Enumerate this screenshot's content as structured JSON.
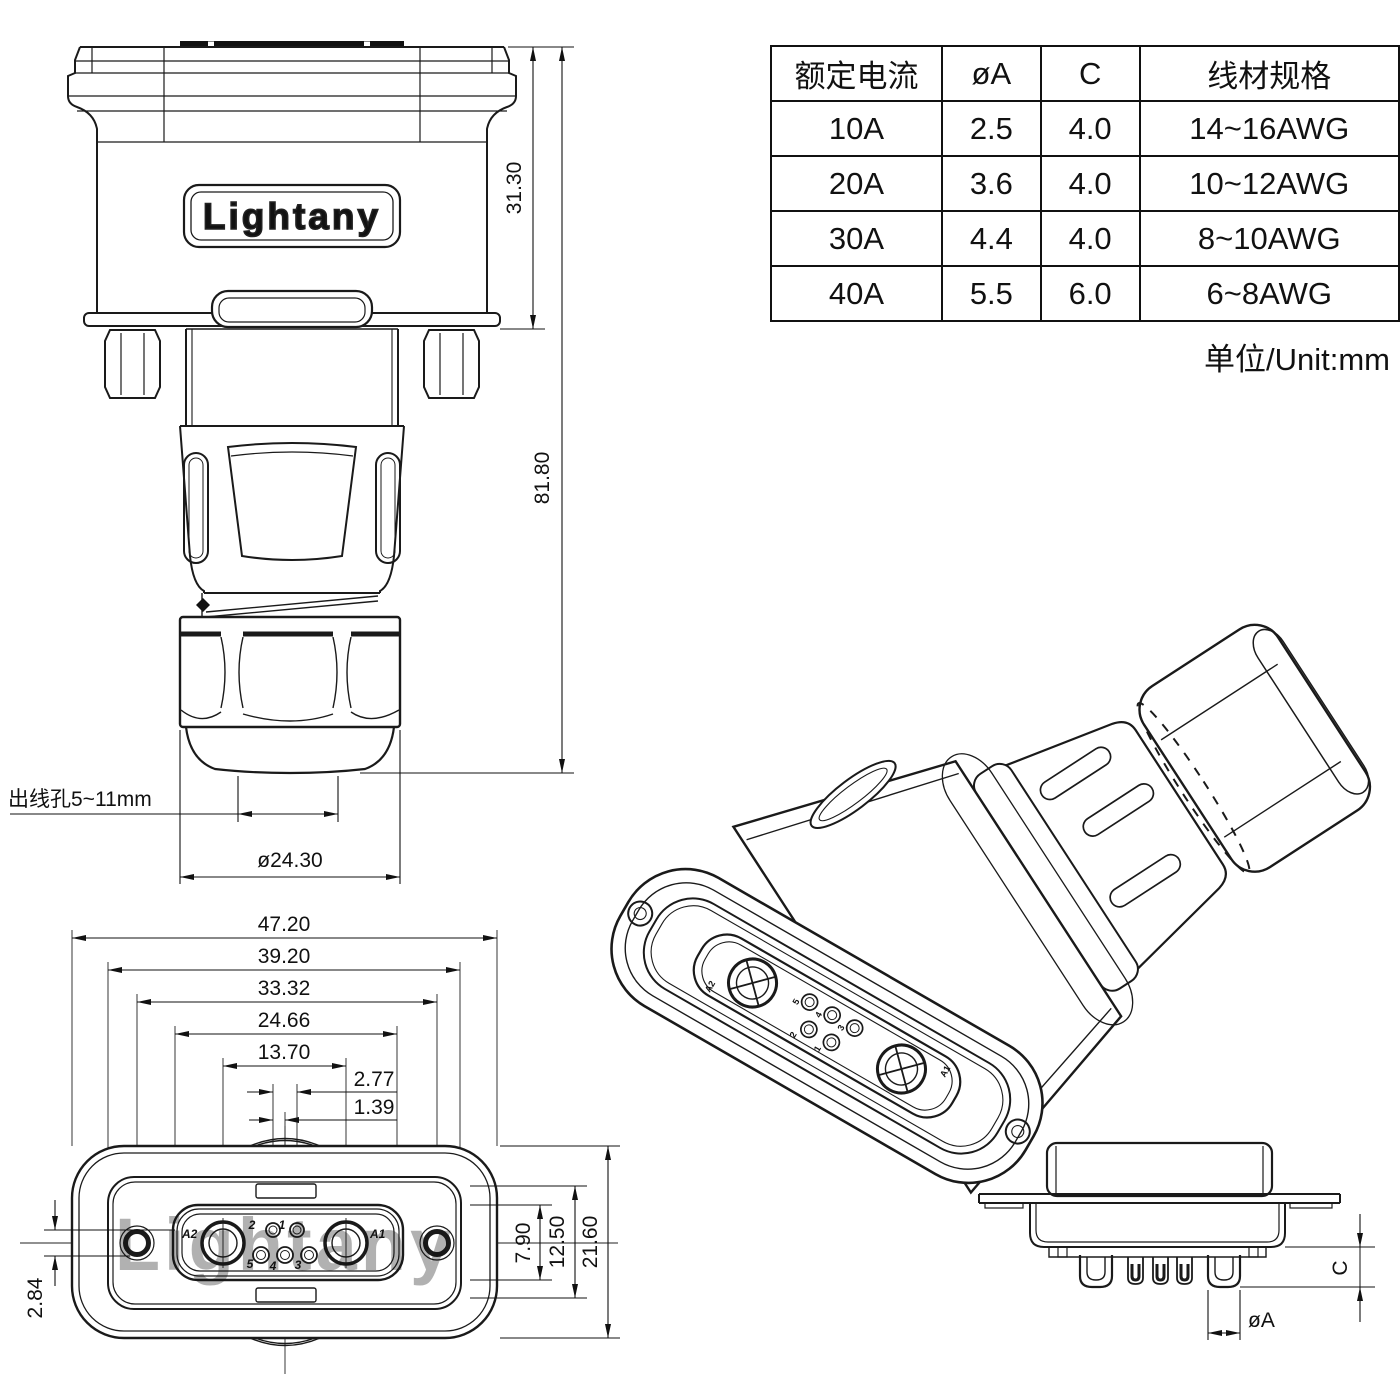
{
  "brand": "Lightany",
  "table": {
    "headers": [
      "额定电流",
      "øA",
      "C",
      "线材规格"
    ],
    "rows": [
      [
        "10A",
        "2.5",
        "4.0",
        "14~16AWG"
      ],
      [
        "20A",
        "3.6",
        "4.0",
        "10~12AWG"
      ],
      [
        "30A",
        "4.4",
        "4.0",
        "8~10AWG"
      ],
      [
        "40A",
        "5.5",
        "6.0",
        "6~8AWG"
      ]
    ],
    "unit_note": "单位/Unit:mm"
  },
  "front_view": {
    "dim_height_upper": "31.30",
    "dim_height_total": "81.80",
    "cable_hole_label": "出线孔5~11mm",
    "dim_gland_diameter": "ø24.30"
  },
  "face_view": {
    "dim_w1": "47.20",
    "dim_w2": "39.20",
    "dim_w3": "33.32",
    "dim_w4": "24.66",
    "dim_w5": "13.70",
    "dim_w6": "2.77",
    "dim_w7": "1.39",
    "dim_left": "2.84",
    "dim_r1": "7.90",
    "dim_r2": "12.50",
    "dim_r3": "21.60",
    "pins": {
      "a2": "A2",
      "a1": "A1",
      "n1": "1",
      "n2": "2",
      "n3": "3",
      "n4": "4",
      "n5": "5"
    }
  },
  "side_view": {
    "dim_c": "C",
    "dim_a": "øA"
  }
}
